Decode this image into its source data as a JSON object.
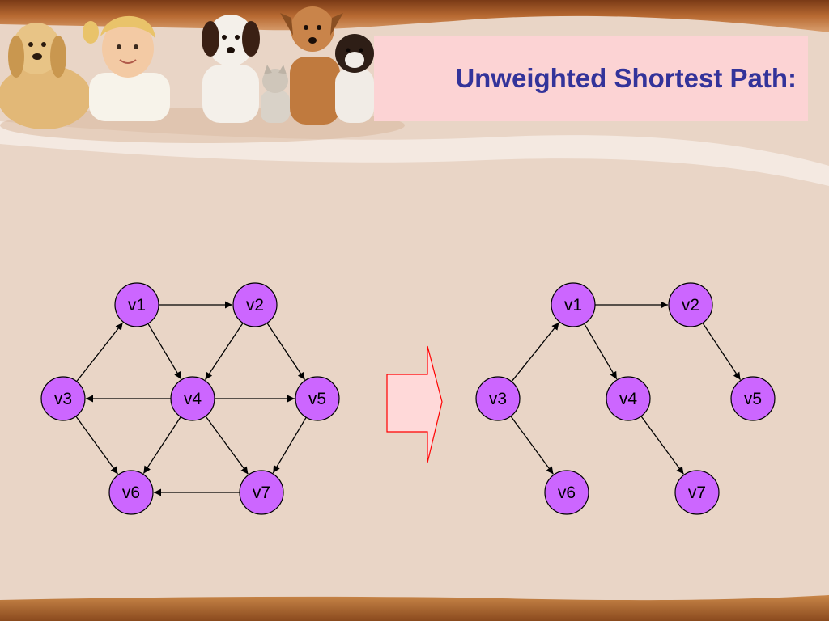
{
  "slide": {
    "title": "Unweighted Shortest Path:"
  },
  "colors": {
    "slide_background": "#e9d5c6",
    "header_band": "#b4622c",
    "title_box": "#fcd3d4",
    "title_text": "#33339a",
    "node_fill": "#cc66ff",
    "node_stroke": "#000000",
    "edge": "#000000",
    "transform_arrow_fill": "#ffd9d9",
    "transform_arrow_stroke": "#ff0000"
  },
  "header_image": {
    "subjects": [
      "dog",
      "child",
      "puppy",
      "cat",
      "puppy",
      "puppy"
    ]
  },
  "graphs": {
    "original": {
      "nodes": [
        {
          "id": "v1",
          "label": "v1"
        },
        {
          "id": "v2",
          "label": "v2"
        },
        {
          "id": "v3",
          "label": "v3"
        },
        {
          "id": "v4",
          "label": "v4"
        },
        {
          "id": "v5",
          "label": "v5"
        },
        {
          "id": "v6",
          "label": "v6"
        },
        {
          "id": "v7",
          "label": "v7"
        }
      ],
      "edges": [
        {
          "from": "v1",
          "to": "v2"
        },
        {
          "from": "v1",
          "to": "v4"
        },
        {
          "from": "v2",
          "to": "v4"
        },
        {
          "from": "v2",
          "to": "v5"
        },
        {
          "from": "v3",
          "to": "v1"
        },
        {
          "from": "v3",
          "to": "v6"
        },
        {
          "from": "v4",
          "to": "v3"
        },
        {
          "from": "v4",
          "to": "v5"
        },
        {
          "from": "v4",
          "to": "v6"
        },
        {
          "from": "v4",
          "to": "v7"
        },
        {
          "from": "v5",
          "to": "v7"
        },
        {
          "from": "v7",
          "to": "v6"
        }
      ]
    },
    "result": {
      "nodes": [
        {
          "id": "v1",
          "label": "v1"
        },
        {
          "id": "v2",
          "label": "v2"
        },
        {
          "id": "v3",
          "label": "v3"
        },
        {
          "id": "v4",
          "label": "v4"
        },
        {
          "id": "v5",
          "label": "v5"
        },
        {
          "id": "v6",
          "label": "v6"
        },
        {
          "id": "v7",
          "label": "v7"
        }
      ],
      "edges": [
        {
          "from": "v1",
          "to": "v2"
        },
        {
          "from": "v1",
          "to": "v4"
        },
        {
          "from": "v2",
          "to": "v5"
        },
        {
          "from": "v3",
          "to": "v1"
        },
        {
          "from": "v3",
          "to": "v6"
        },
        {
          "from": "v4",
          "to": "v7"
        }
      ]
    }
  }
}
